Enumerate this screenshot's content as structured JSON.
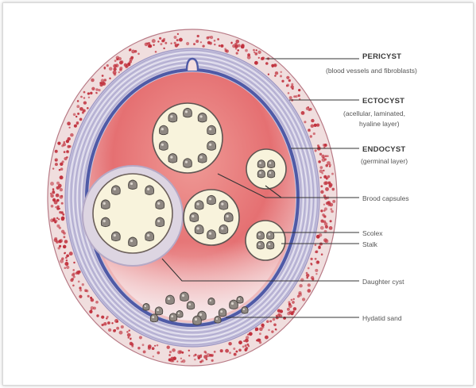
{
  "labels": {
    "pericyst": {
      "title": "PERICYST",
      "sub": "(blood vessels and fibroblasts)"
    },
    "ectocyst": {
      "title": "ECTOCYST",
      "sub1": "(acellular, laminated,",
      "sub2": "hyaline layer)"
    },
    "endocyst": {
      "title": "ENDOCYST",
      "sub": "(germinal layer)"
    },
    "brood_capsules": "Brood capsules",
    "scolex": "Scolex",
    "stalk": "Stalk",
    "daughter_cyst": "Daughter cyst",
    "hydatid_sand": "Hydatid sand"
  },
  "colors": {
    "pericyst_fill": "#f0dede",
    "pericyst_dots": "#c0303c",
    "ectocyst_fill": "#c9c5de",
    "endocyst_line": "#4f5aa6",
    "cavity_fluid": "#e77a7c",
    "capsule_fill": "#f8f3dc",
    "scolex_fill": "#8f8882"
  },
  "icons": {
    "scolex": "scolex-icon",
    "capsule": "brood-capsule-icon"
  }
}
